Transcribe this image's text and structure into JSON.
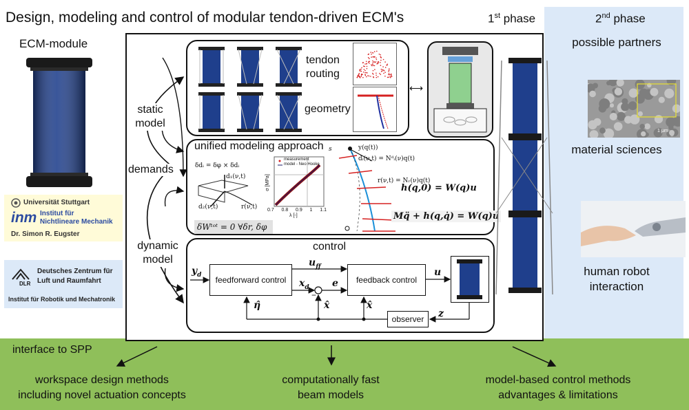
{
  "title": "Design, modeling and control of modular tendon-driven ECM's",
  "phase1": {
    "label": "1",
    "sup": "st",
    "suffix": " phase"
  },
  "phase2": {
    "label": "2",
    "sup": "nd",
    "suffix": " phase"
  },
  "left": {
    "ecm_module": "ECM-module",
    "stuttgart": {
      "university": "Universität Stuttgart",
      "inm": "inm",
      "institute_line1": "Institut für",
      "institute_line2": "Nichtlineare Mechanik",
      "person": "Dr. Simon R. Eugster"
    },
    "dlr": {
      "line1": "Deutsches Zentrum für",
      "line2": "Luft und Raumfahrt",
      "logo": "DLR",
      "institute": "Institut für Robotik und Mechatronik"
    }
  },
  "center": {
    "static_model": [
      "static",
      "model"
    ],
    "demands": "demands",
    "dynamic_model": [
      "dynamic",
      "model"
    ],
    "tendon_routing": [
      "tendon",
      "routing"
    ],
    "geometry": "geometry",
    "unified": "unified modeling approach",
    "control": "control",
    "feedforward": "feedforward control",
    "feedback": "feedback control",
    "observer": "observer",
    "eq_virtual_work": "δWᵗᵒᵗ = 0   ∀δr, δφ",
    "eq_static": "h(q,0) = W(q)u",
    "eq_dynamic": "Mq̈ + h(q,q̇) = W(q)u",
    "small_labels": {
      "delta_d": "δdᵢ = δφ × δdᵢ",
      "d1": "d₁(ν,t)",
      "d2": "d₂(ν,t)",
      "r": "r(ν,t)",
      "s": "s",
      "y_q": "y(q(t))",
      "d_eq": "dᵢ(ν,t) = Nᵈᵢ(ν)q(t)",
      "r_eq": "r(ν,t) = Nᵣ(ν)q(t)",
      "legend_measurement": "measurement",
      "legend_model": "model - Neo Hooke",
      "x_label": "λ [-]",
      "y_label": "σ [MPa]",
      "x_ticks": [
        "0.7",
        "0.8",
        "0.9",
        "1",
        "1.1"
      ]
    },
    "signals": {
      "yd": "y",
      "yd_sub": "d",
      "uff": "u",
      "uff_sub": "ff",
      "xd": "x",
      "xd_sub": "d",
      "e": "e",
      "u": "u",
      "eta_hat": "η̂",
      "x_hat1": "x̂",
      "x_hat2": "x̂",
      "z": "z",
      "minus": "−"
    }
  },
  "right": {
    "possible_partners": "possible partners",
    "material_sciences": "material sciences",
    "hri_line1": "human robot",
    "hri_line2": "interaction",
    "scale_label": "1 μm"
  },
  "bottom": {
    "interface": "interface to SPP",
    "out1": [
      "workspace design methods",
      "including novel actuation concepts"
    ],
    "out2": [
      "computationally fast",
      "beam models"
    ],
    "out3": [
      "model-based control methods",
      "advantages & limitations"
    ]
  },
  "colors": {
    "ecm_blue": "#1f3f8c",
    "green_band": "#8fbf5a",
    "phase2_bg": "#dce9f8",
    "stuttgart_bg": "#fffbd8",
    "inm_blue": "#2b4ba0",
    "plot_red": "#d62020"
  }
}
